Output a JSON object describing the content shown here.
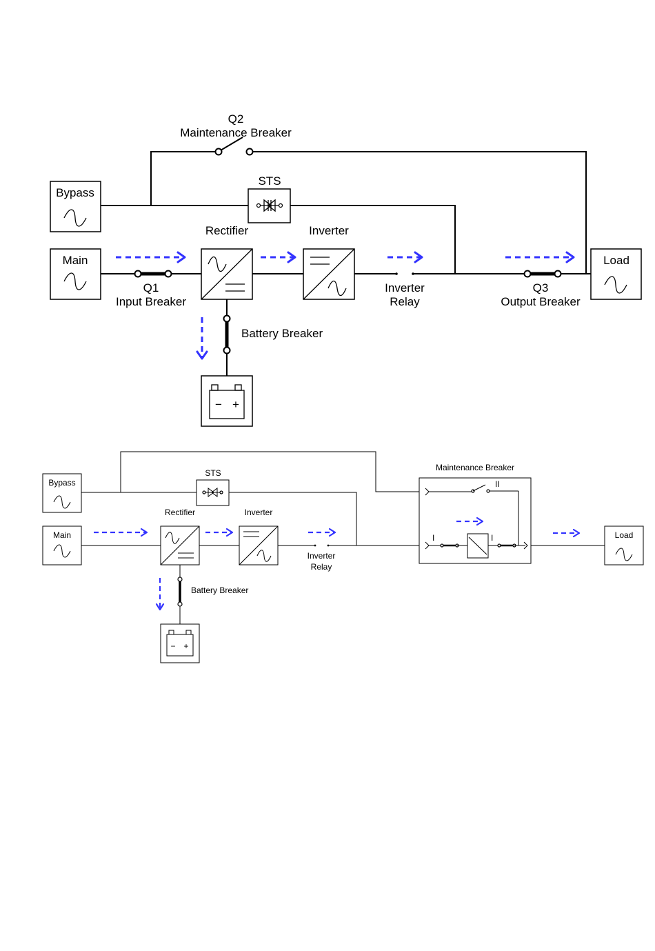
{
  "diagram1": {
    "q2_id": "Q2",
    "q2_label": "Maintenance Breaker",
    "sts": "STS",
    "bypass": "Bypass",
    "main": "Main",
    "load": "Load",
    "rectifier": "Rectifier",
    "inverter": "Inverter",
    "q1_id": "Q1",
    "q1_label": "Input Breaker",
    "relay_line1": "Inverter",
    "relay_line2": "Relay",
    "q3_id": "Q3",
    "q3_label": "Output Breaker",
    "battery_breaker": "Battery Breaker",
    "battery_minus": "−",
    "battery_plus": "+"
  },
  "diagram2": {
    "sts": "STS",
    "bypass": "Bypass",
    "main": "Main",
    "load": "Load",
    "rectifier": "Rectifier",
    "inverter": "Inverter",
    "relay_line1": "Inverter",
    "relay_line2": "Relay",
    "battery_breaker": "Battery Breaker",
    "maintenance_breaker": "Maintenance Breaker",
    "mb_mark_top": "II",
    "mb_mark_left": "I",
    "mb_mark_right": "I",
    "battery_minus": "−",
    "battery_plus": "+"
  },
  "colors": {
    "flow_arrow": "#3333ff",
    "wire": "#000000"
  }
}
